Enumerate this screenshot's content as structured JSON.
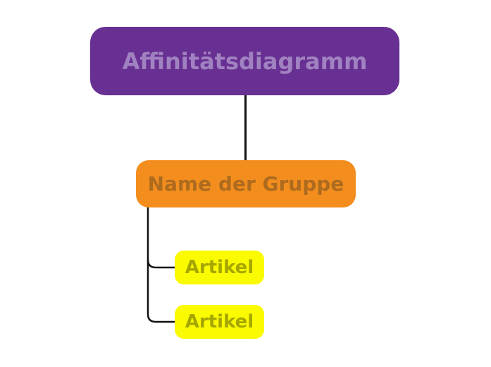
{
  "canvas": {
    "background_color": "#FFFFFF"
  },
  "diagram": {
    "root_node": {
      "label": "Affinitätsdiagramm",
      "bg_color": "#683092",
      "text_color": "#A182C1"
    },
    "group_node": {
      "label": "Name der Gruppe",
      "bg_color": "#F38E1E",
      "text_color": "#AE6B1E"
    },
    "article_nodes": [
      {
        "label": "Artikel"
      },
      {
        "label": "Artikel"
      }
    ],
    "article_style": {
      "bg_color": "#FAFA00",
      "text_color": "#A6A600"
    },
    "connector": {
      "color": "#111111"
    }
  }
}
